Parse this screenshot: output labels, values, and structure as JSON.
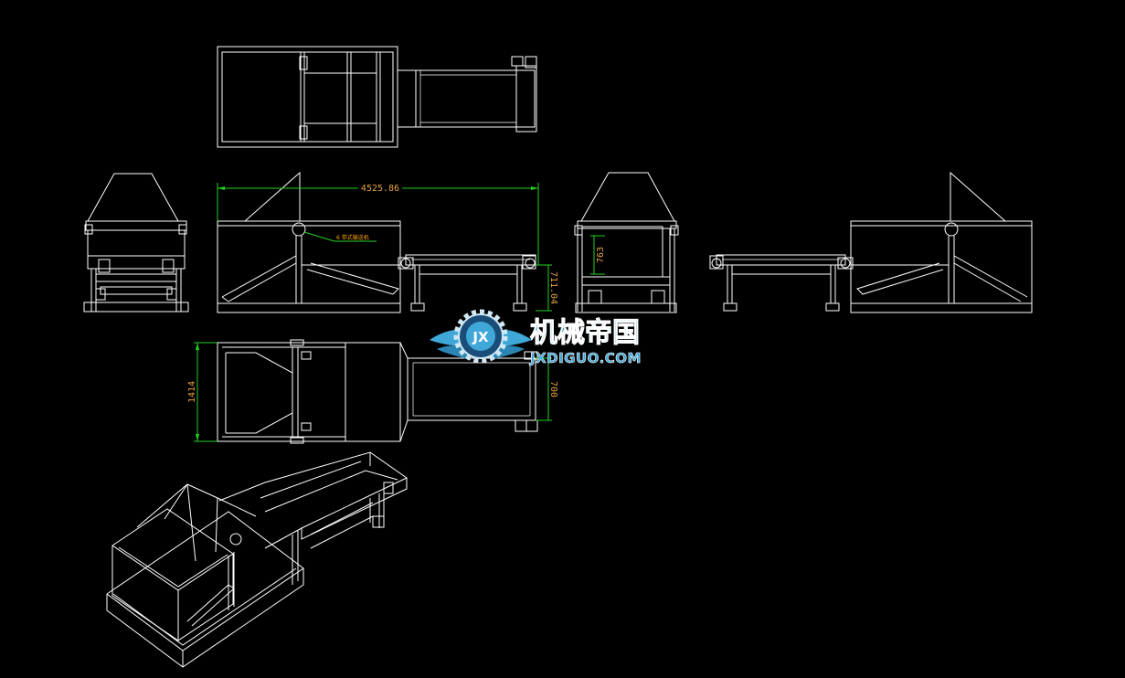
{
  "dimensions": {
    "overall_length": "4525.86",
    "height_right": "711.04",
    "hopper_height": "763",
    "plan_width": "1414",
    "conveyor_width": "700"
  },
  "note": "6 带式输送机",
  "watermark": {
    "title_cn": "机械帝国",
    "site": "JXDIGUO.COM",
    "emblem_letters": "JX"
  },
  "colors": {
    "background": "#000000",
    "lines": "#ffffff",
    "dimension_lines": "#22d022",
    "dimension_text": "#e0a040",
    "logo_blue": "#3fa8d8"
  }
}
